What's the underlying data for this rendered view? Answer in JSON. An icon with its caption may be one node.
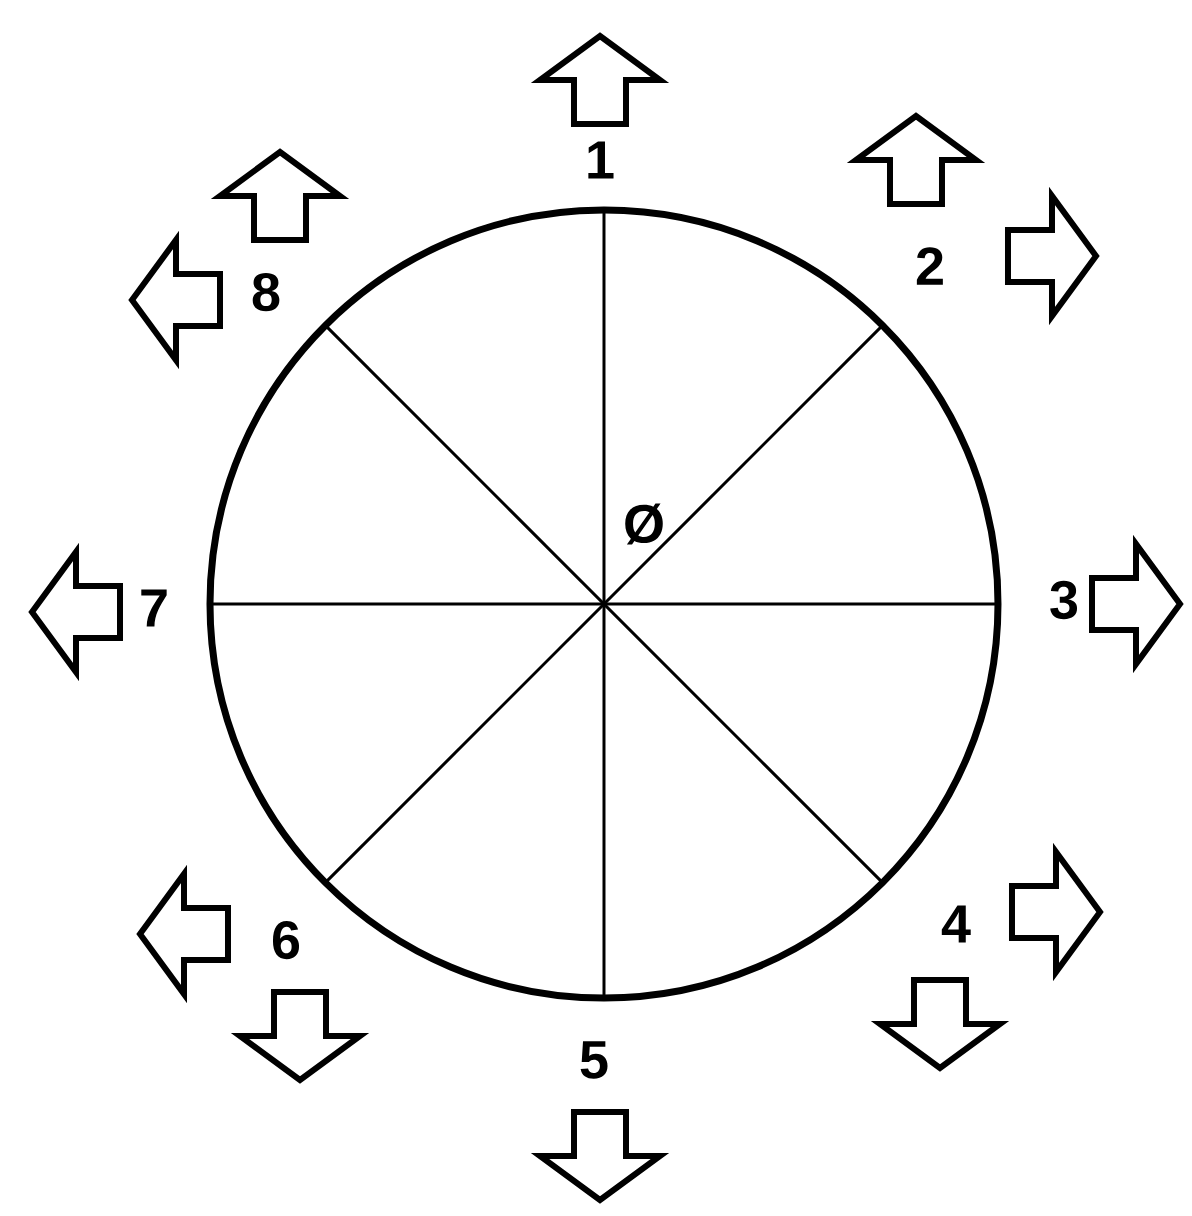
{
  "diagram": {
    "labels": [
      "1",
      "8",
      "2",
      "Ø",
      "7",
      "3",
      "6",
      "4",
      "5"
    ]
  }
}
